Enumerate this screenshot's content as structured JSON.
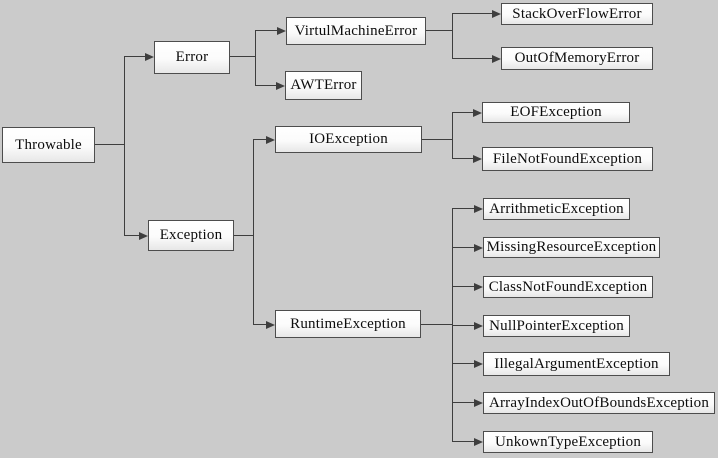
{
  "diagram": {
    "type": "tree",
    "description": "Java Throwable class hierarchy flowchart",
    "colors": {
      "background": "#cbcbcb",
      "box_fill_top": "#ffffff",
      "box_fill_bottom": "#e7e7e7",
      "box_border": "#4d4d4d",
      "connector": "#3e3e3e",
      "text": "#0c0c0c"
    },
    "nodes": {
      "throwable": {
        "label": "Throwable"
      },
      "error": {
        "label": "Error"
      },
      "exception": {
        "label": "Exception"
      },
      "virtual_machine_error": {
        "label": "VirtulMachineError"
      },
      "awt_error": {
        "label": "AWTError"
      },
      "stack_overflow_error": {
        "label": "StackOverFlowError"
      },
      "out_of_memory_error": {
        "label": "OutOfMemoryError"
      },
      "io_exception": {
        "label": "IOException"
      },
      "eof_exception": {
        "label": "EOFException"
      },
      "file_not_found_exception": {
        "label": "FileNotFoundException"
      },
      "runtime_exception": {
        "label": "RuntimeException"
      },
      "arrithmetic_exception": {
        "label": "ArrithmeticException"
      },
      "missing_resource_exception": {
        "label": "MissingResourceException"
      },
      "class_not_found_exception": {
        "label": "ClassNotFoundException"
      },
      "null_pointer_exception": {
        "label": "NullPointerException"
      },
      "illegal_argument_exception": {
        "label": "IllegalArgumentException"
      },
      "array_index_out_of_bounds_exception": {
        "label": "ArrayIndexOutOfBoundsException"
      },
      "unkown_type_exception": {
        "label": "UnkownTypeException"
      }
    },
    "edges": [
      {
        "from": "Throwable",
        "to": "Error"
      },
      {
        "from": "Throwable",
        "to": "Exception"
      },
      {
        "from": "Error",
        "to": "VirtulMachineError"
      },
      {
        "from": "Error",
        "to": "AWTError"
      },
      {
        "from": "VirtulMachineError",
        "to": "StackOverFlowError"
      },
      {
        "from": "VirtulMachineError",
        "to": "OutOfMemoryError"
      },
      {
        "from": "Exception",
        "to": "IOException"
      },
      {
        "from": "Exception",
        "to": "RuntimeException"
      },
      {
        "from": "IOException",
        "to": "EOFException"
      },
      {
        "from": "IOException",
        "to": "FileNotFoundException"
      },
      {
        "from": "RuntimeException",
        "to": "ArrithmeticException"
      },
      {
        "from": "RuntimeException",
        "to": "MissingResourceException"
      },
      {
        "from": "RuntimeException",
        "to": "ClassNotFoundException"
      },
      {
        "from": "RuntimeException",
        "to": "NullPointerException"
      },
      {
        "from": "RuntimeException",
        "to": "IllegalArgumentException"
      },
      {
        "from": "RuntimeException",
        "to": "ArrayIndexOutOfBoundsException"
      },
      {
        "from": "RuntimeException",
        "to": "UnkownTypeException"
      }
    ]
  }
}
